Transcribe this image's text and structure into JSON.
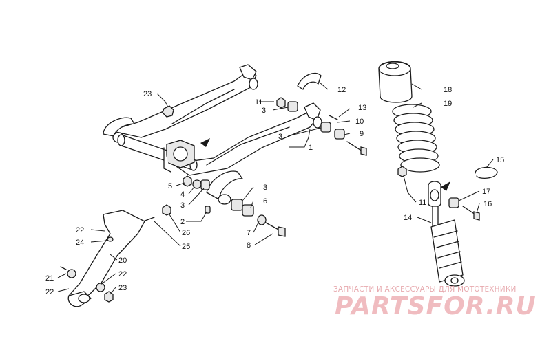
{
  "callouts": {
    "c1": "1",
    "c2": "2",
    "c3a": "3",
    "c3b": "3",
    "c3c": "3",
    "c3d": "3",
    "c4": "4",
    "c5": "5",
    "c6": "6",
    "c7": "7",
    "c8": "8",
    "c9": "9",
    "c10": "10",
    "c11a": "11",
    "c11b": "11",
    "c12": "12",
    "c13": "13",
    "c14": "14",
    "c15": "15",
    "c16": "16",
    "c17": "17",
    "c18": "18",
    "c19": "19",
    "c20": "20",
    "c21": "21",
    "c22a": "22",
    "c22b": "22",
    "c22c": "22",
    "c23a": "23",
    "c23b": "23",
    "c24": "24",
    "c25": "25",
    "c26": "26"
  },
  "watermark": {
    "subtitle": "ЗАПЧАСТИ И АКСЕССУАРЫ ДЛЯ МОТОТЕХНИКИ",
    "brand": "PARTSFOR.RU"
  },
  "colors": {
    "line": "#1a1a1a",
    "watermark": "#f0bcc0"
  }
}
